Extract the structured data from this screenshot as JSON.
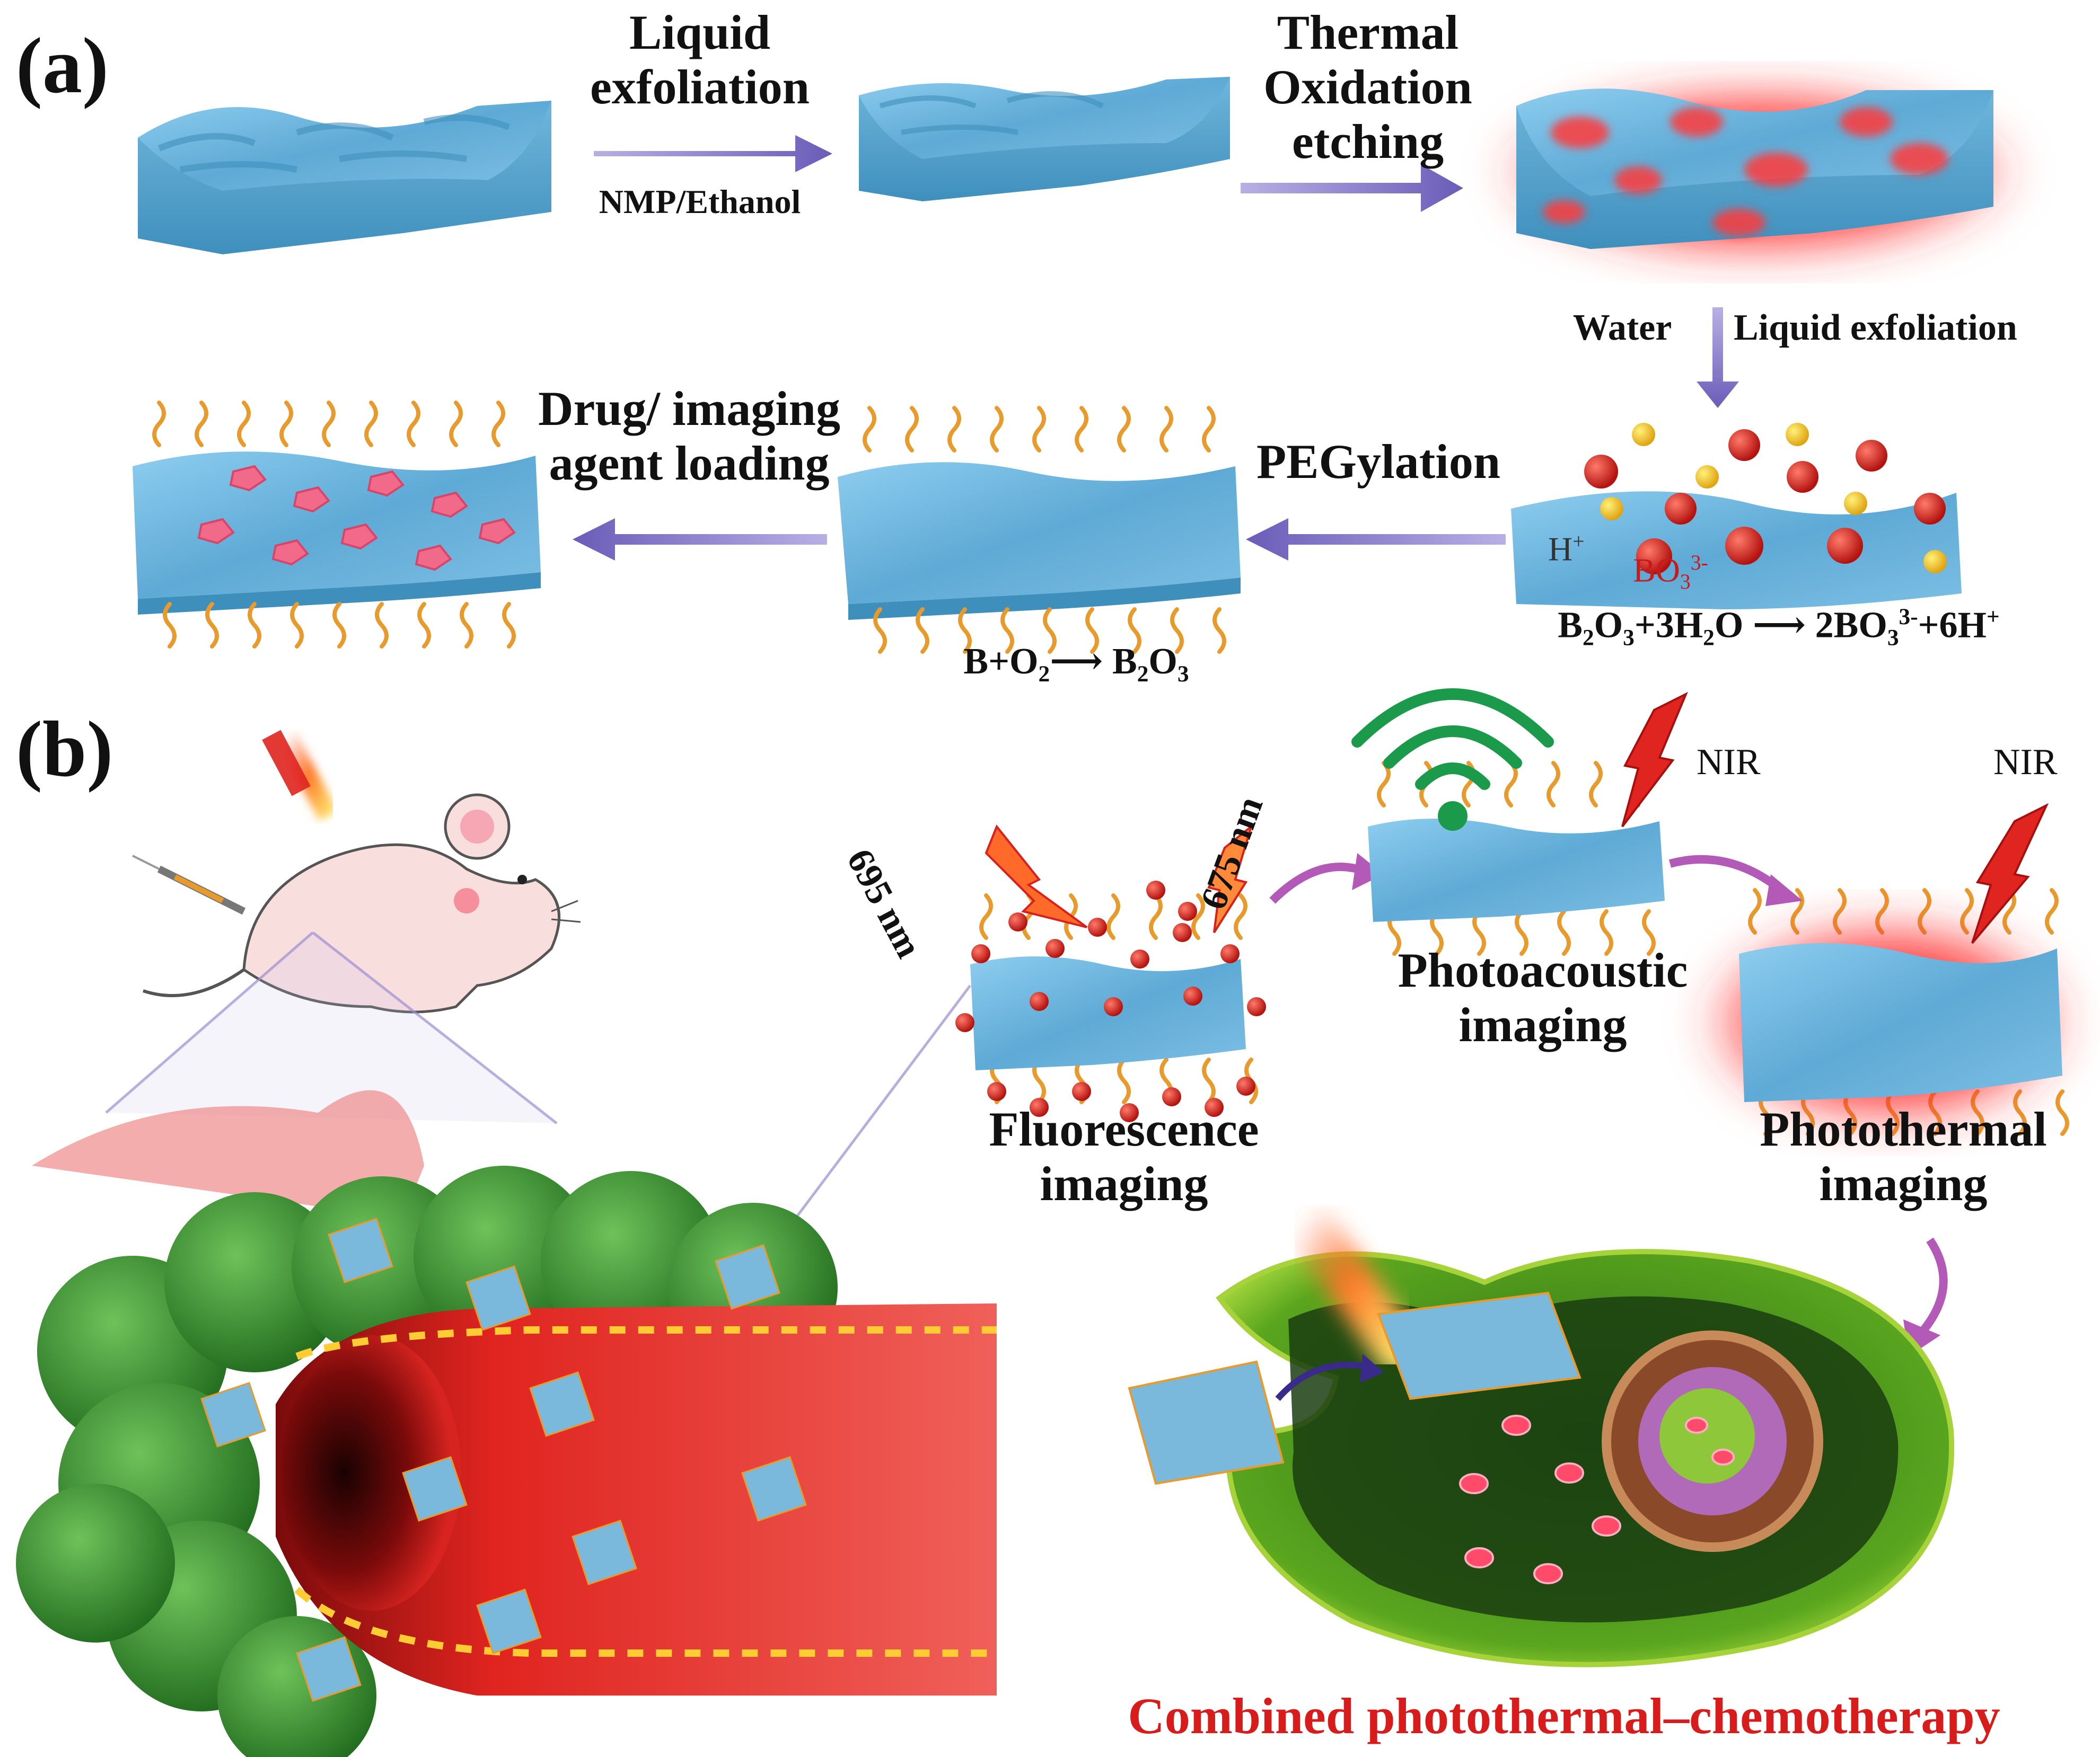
{
  "panels": {
    "a": "(a)",
    "b": "(b)"
  },
  "steps": {
    "liquid_exfoliation": [
      "Liquid",
      "exfoliation"
    ],
    "nmp_ethanol": "NMP/Ethanol",
    "thermal_oxidation": [
      "Thermal",
      "Oxidation",
      "etching"
    ],
    "water": "Water",
    "liquid_exfoliation_2": "Liquid exfoliation",
    "pegylation": "PEGylation",
    "drug_loading": [
      "Drug/ imaging",
      "agent loading"
    ]
  },
  "equations": {
    "b_o2": {
      "pre": "B+O",
      "s1": "2",
      "mid": " B",
      "s2": "2",
      "o": "O",
      "s3": "3"
    },
    "hydrolysis": {
      "b": "B",
      "s1": "2",
      "o": "O",
      "s2": "3",
      "mid": "+3H",
      "s3": "2",
      "o2": "O ",
      "r": " 2BO",
      "s4": "3",
      "sup1": "3-",
      "end": "+6H",
      "sup2": "+"
    }
  },
  "sheet_labels": {
    "h_plus": "H",
    "h_plus_sup": "+",
    "bo3": "BO",
    "bo3_sub": "3",
    "bo3_sup": "3-"
  },
  "wavelengths": {
    "w695": "695 nm",
    "w675": "675 nm"
  },
  "nir": {
    "nir1": "NIR",
    "nir2": "NIR"
  },
  "imaging": {
    "fluorescence": [
      "Fluorescence",
      "imaging"
    ],
    "photoacoustic": [
      "Photoacoustic",
      "imaging"
    ],
    "photothermal": [
      "Photothermal",
      "imaging"
    ]
  },
  "therapy": "Combined photothermal–chemotherapy",
  "colors": {
    "sheet": "#6fb6dc",
    "sheet_dark": "#4d97c4",
    "glow": "#ff2b2b",
    "arrow": "#7a6cc0",
    "peg": "#e89a2c",
    "dot_red": "#d81c1c",
    "dot_yellow": "#f3c21b",
    "tumor": "#2f8a2c",
    "vessel": "#d8201c",
    "therapy_text": "#d81c1c",
    "signal": "#1a9a4a"
  }
}
